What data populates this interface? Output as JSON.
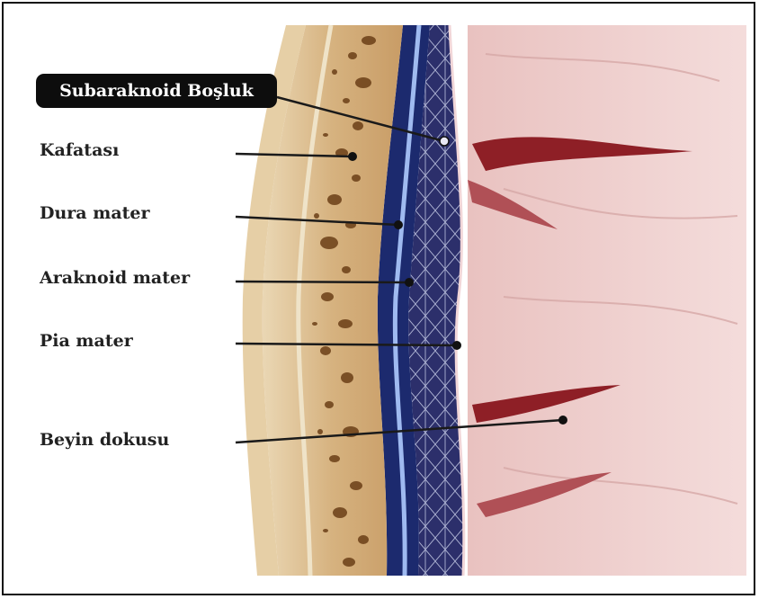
{
  "diagram": {
    "title": "Subaraknoid Boşluk",
    "labels": [
      {
        "id": "skull",
        "text": "Kafatası"
      },
      {
        "id": "dura",
        "text": "Dura mater"
      },
      {
        "id": "arachnoid",
        "text": "Araknoid mater"
      },
      {
        "id": "pia",
        "text": "Pia mater"
      },
      {
        "id": "brain",
        "text": "Beyin dokusu"
      }
    ]
  },
  "colors": {
    "bone": "#d9b889",
    "bone_dark": "#7a4a1e",
    "dura": "#1f2f7a",
    "dura_light": "#a9c3f0",
    "arachnoid": "#2a2f66",
    "brain": "#eccccb",
    "brain_dark": "#9a2a30"
  }
}
